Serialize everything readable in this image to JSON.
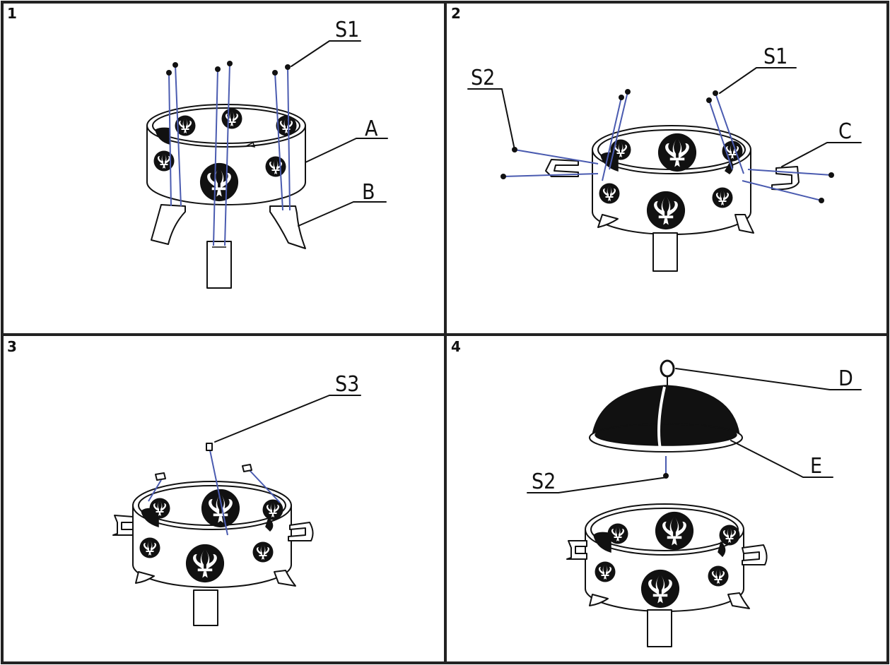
{
  "steps": [
    {
      "number": "1",
      "labels": {
        "s1": "S1",
        "a": "A",
        "b": "B"
      }
    },
    {
      "number": "2",
      "labels": {
        "s2": "S2",
        "s1": "S1",
        "c": "C"
      }
    },
    {
      "number": "3",
      "labels": {
        "s3": "S3"
      }
    },
    {
      "number": "4",
      "labels": {
        "d": "D",
        "s2": "S2",
        "e": "E"
      }
    }
  ]
}
